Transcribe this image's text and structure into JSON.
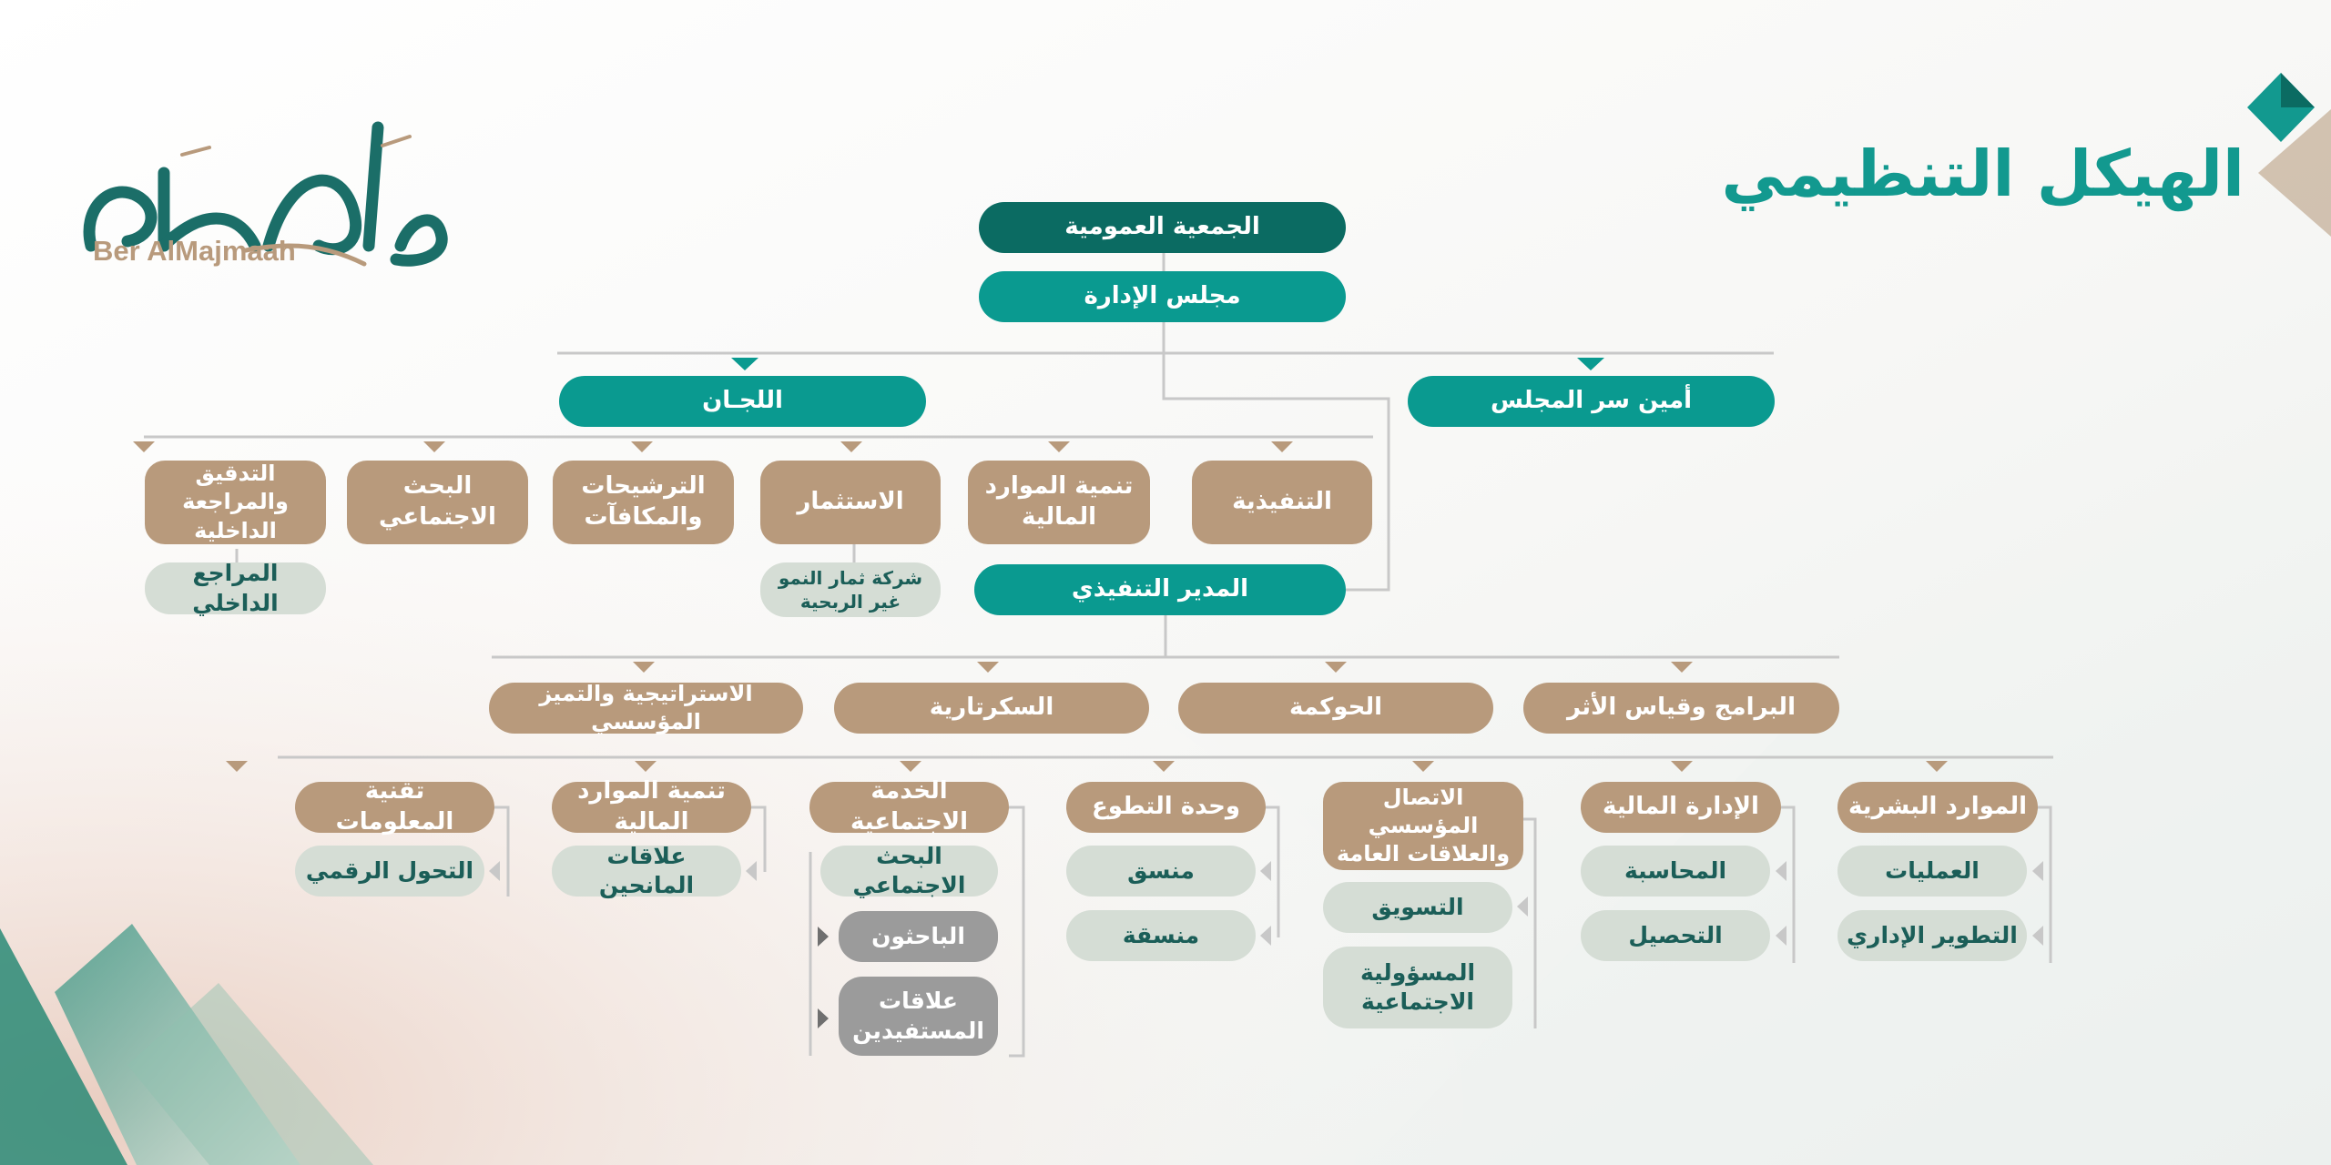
{
  "page_title": "الهيكل التنظيمي",
  "logo_text": "Ber AlMajmaah",
  "logo_arabic": "بر المجمعة",
  "colors": {
    "dark_teal": "#0b6b62",
    "teal": "#0a9a90",
    "tan": "#b89a7c",
    "sage": "#d5ddd5",
    "grey": "#9b9b9b"
  },
  "top": {
    "general_assembly": "الجمعية العمومية",
    "board": "مجلس الإدارة",
    "committees": "اللجـان",
    "board_secretary": "أمين سر المجلس",
    "executive_director": "المدير التنفيذي"
  },
  "committees": {
    "executive": "التنفيذية",
    "financial_resources": "تنمية الموارد\nالمالية",
    "investment": "الاستثمار",
    "nominations": "الترشيحات\nوالمكافآت",
    "social_research": "البحث الاجتماعي",
    "audit": "التدقيق والمراجعة\nالداخلية",
    "internal_auditor": "المراجع الداخلي",
    "company": "شركة ثمار النمو\nغير الربحية"
  },
  "divisions": {
    "programs": "البرامج وقياس الأثر",
    "governance": "الحوكمة",
    "secretariat": "السكرتارية",
    "strategy": "الاستراتيجية والتميز المؤسسي"
  },
  "departments": {
    "hr": "الموارد البشرية",
    "finance": "الإدارة المالية",
    "comms": "الاتصال المؤسسي\nوالعلاقات العامة",
    "volunteer": "وحدة التطوع",
    "social_service": "الخدمة الاجتماعية",
    "fund_dev": "تنمية الموارد المالية",
    "it": "تقنية المعلومات"
  },
  "subunits": {
    "operations": "العمليات",
    "admin_dev": "التطوير الإداري",
    "accounting": "المحاسبة",
    "collection": "التحصيل",
    "marketing": "التسويق",
    "csr": "المسؤولية\nالاجتماعية",
    "coordinator_m": "منسق",
    "coordinator_f": "منسقة",
    "social_research": "البحث الاجتماعي",
    "researchers": "الباحثون",
    "beneficiary_relations": "علاقات\nالمستفيدين",
    "donor_relations": "علاقات المانحين",
    "digital": "التحول الرقمي"
  }
}
